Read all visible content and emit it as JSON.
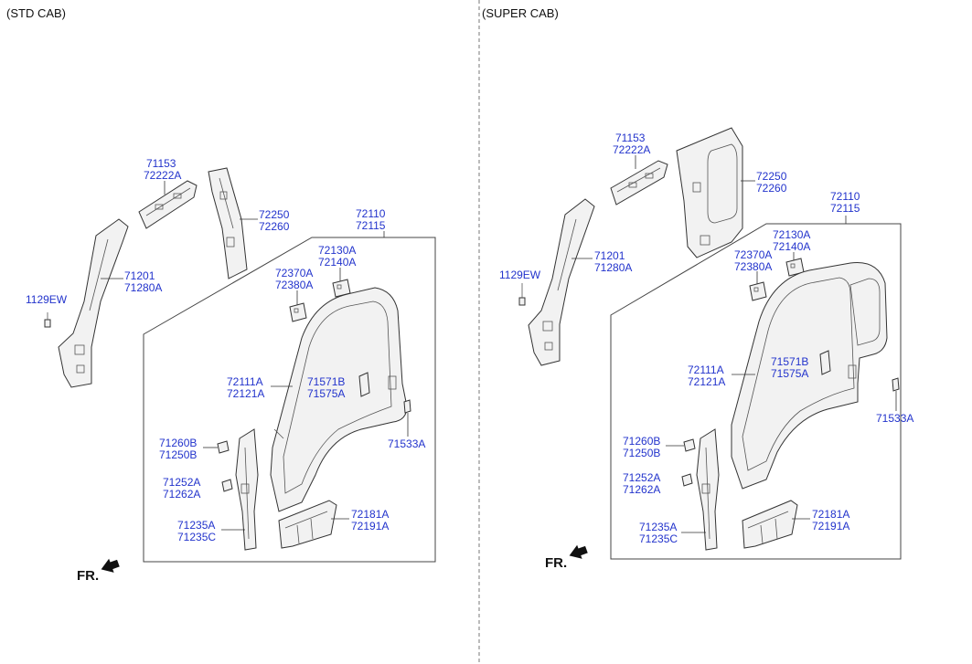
{
  "sections": {
    "std": {
      "title": "(STD CAB)"
    },
    "super": {
      "title": "(SUPER CAB)"
    }
  },
  "direction_label": "FR.",
  "std_labels": {
    "p71153": "71153",
    "p72222A": "72222A",
    "p72250": "72250",
    "p72260": "72260",
    "p72110": "72110",
    "p72115": "72115",
    "p72130A": "72130A",
    "p72140A": "72140A",
    "p72370A": "72370A",
    "p72380A": "72380A",
    "p71201": "71201",
    "p71280A": "71280A",
    "p1129EW": "1129EW",
    "p72111A": "72111A",
    "p72121A": "72121A",
    "p71571B": "71571B",
    "p71575A": "71575A",
    "p71533A": "71533A",
    "p71260B": "71260B",
    "p71250B": "71250B",
    "p71252A": "71252A",
    "p71262A": "71262A",
    "p71235A": "71235A",
    "p71235C": "71235C",
    "p72181A": "72181A",
    "p72191A": "72191A"
  },
  "super_labels": {
    "p71153": "71153",
    "p72222A": "72222A",
    "p72250": "72250",
    "p72260": "72260",
    "p72110": "72110",
    "p72115": "72115",
    "p72130A": "72130A",
    "p72140A": "72140A",
    "p72370A": "72370A",
    "p72380A": "72380A",
    "p71201": "71201",
    "p71280A": "71280A",
    "p1129EW": "1129EW",
    "p72111A": "72111A",
    "p72121A": "72121A",
    "p71571B": "71571B",
    "p71575A": "71575A",
    "p71533A": "71533A",
    "p71260B": "71260B",
    "p71250B": "71250B",
    "p71252A": "71252A",
    "p71262A": "71262A",
    "p71235A": "71235A",
    "p71235C": "71235C",
    "p72181A": "72181A",
    "p72191A": "72191A"
  }
}
